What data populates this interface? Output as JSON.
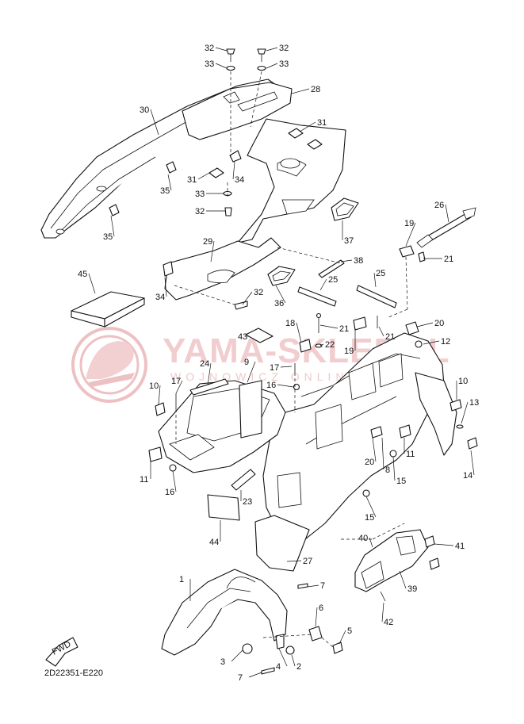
{
  "diagram": {
    "code": "2D22351-E220",
    "fwd_label": "FWD",
    "watermark_text": "YAMA-SKLEP.PL",
    "watermark_sub": "WOJNOWICZ ONLINE",
    "callouts": [
      {
        "id": "c32a",
        "label": "32"
      },
      {
        "id": "c32b",
        "label": "32"
      },
      {
        "id": "c33a",
        "label": "33"
      },
      {
        "id": "c33b",
        "label": "33"
      },
      {
        "id": "c28",
        "label": "28"
      },
      {
        "id": "c30",
        "label": "30"
      },
      {
        "id": "c31a",
        "label": "31"
      },
      {
        "id": "c31b",
        "label": "31"
      },
      {
        "id": "c34a",
        "label": "34"
      },
      {
        "id": "c35a",
        "label": "35"
      },
      {
        "id": "c33c",
        "label": "33"
      },
      {
        "id": "c32c",
        "label": "32"
      },
      {
        "id": "c35b",
        "label": "35"
      },
      {
        "id": "c37",
        "label": "37"
      },
      {
        "id": "c26",
        "label": "26"
      },
      {
        "id": "c19a",
        "label": "19"
      },
      {
        "id": "c21a",
        "label": "21"
      },
      {
        "id": "c29",
        "label": "29"
      },
      {
        "id": "c38",
        "label": "38"
      },
      {
        "id": "c45",
        "label": "45"
      },
      {
        "id": "c34b",
        "label": "34"
      },
      {
        "id": "c32d",
        "label": "32"
      },
      {
        "id": "c36",
        "label": "36"
      },
      {
        "id": "c25a",
        "label": "25"
      },
      {
        "id": "c25b",
        "label": "25"
      },
      {
        "id": "c18",
        "label": "18"
      },
      {
        "id": "c21b",
        "label": "21"
      },
      {
        "id": "c19b",
        "label": "19"
      },
      {
        "id": "c21c",
        "label": "21"
      },
      {
        "id": "c20a",
        "label": "20"
      },
      {
        "id": "c12",
        "label": "12"
      },
      {
        "id": "c43",
        "label": "43"
      },
      {
        "id": "c22",
        "label": "22"
      },
      {
        "id": "c24",
        "label": "24"
      },
      {
        "id": "c9",
        "label": "9"
      },
      {
        "id": "c17a",
        "label": "17"
      },
      {
        "id": "c16a",
        "label": "16"
      },
      {
        "id": "c10a",
        "label": "10"
      },
      {
        "id": "c17b",
        "label": "17"
      },
      {
        "id": "c10b",
        "label": "10"
      },
      {
        "id": "c13",
        "label": "13"
      },
      {
        "id": "c11a",
        "label": "11"
      },
      {
        "id": "c16b",
        "label": "16"
      },
      {
        "id": "c20b",
        "label": "20"
      },
      {
        "id": "c8",
        "label": "8"
      },
      {
        "id": "c11b",
        "label": "11"
      },
      {
        "id": "c15a",
        "label": "15"
      },
      {
        "id": "c14",
        "label": "14"
      },
      {
        "id": "c23",
        "label": "23"
      },
      {
        "id": "c15b",
        "label": "15"
      },
      {
        "id": "c44",
        "label": "44"
      },
      {
        "id": "c40",
        "label": "40"
      },
      {
        "id": "c41",
        "label": "41"
      },
      {
        "id": "c27",
        "label": "27"
      },
      {
        "id": "c39",
        "label": "39"
      },
      {
        "id": "c1",
        "label": "1"
      },
      {
        "id": "c7a",
        "label": "7"
      },
      {
        "id": "c42",
        "label": "42"
      },
      {
        "id": "c6",
        "label": "6"
      },
      {
        "id": "c5",
        "label": "5"
      },
      {
        "id": "c3",
        "label": "3"
      },
      {
        "id": "c4",
        "label": "4"
      },
      {
        "id": "c2",
        "label": "2"
      },
      {
        "id": "c7b",
        "label": "7"
      }
    ]
  }
}
